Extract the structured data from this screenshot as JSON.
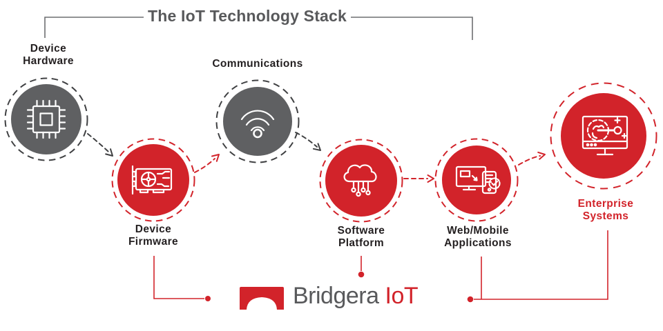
{
  "title": "The IoT Technology Stack",
  "nodes": [
    {
      "label": "Device Hardware",
      "icon": "chip-icon",
      "variant": "gray"
    },
    {
      "label": "Device Firmware",
      "icon": "gpu-card-icon",
      "variant": "red"
    },
    {
      "label": "Communications",
      "icon": "wifi-icon",
      "variant": "gray"
    },
    {
      "label": "Software Platform",
      "icon": "iot-cloud-icon",
      "variant": "red"
    },
    {
      "label": "Web/Mobile Applications",
      "icon": "web-mobile-icon",
      "variant": "red"
    },
    {
      "label": "Enterprise Systems",
      "icon": "enterprise-monitor-icon",
      "variant": "red"
    }
  ],
  "logo": {
    "brand": "Bridgera",
    "product": "IoT",
    "mark": "bridge-arch-logo"
  },
  "colors": {
    "red": "#d2232a",
    "gray": "#5f6062",
    "title_gray": "#58595b",
    "label_black": "#231f20",
    "line_gray": "#6d6e71"
  }
}
